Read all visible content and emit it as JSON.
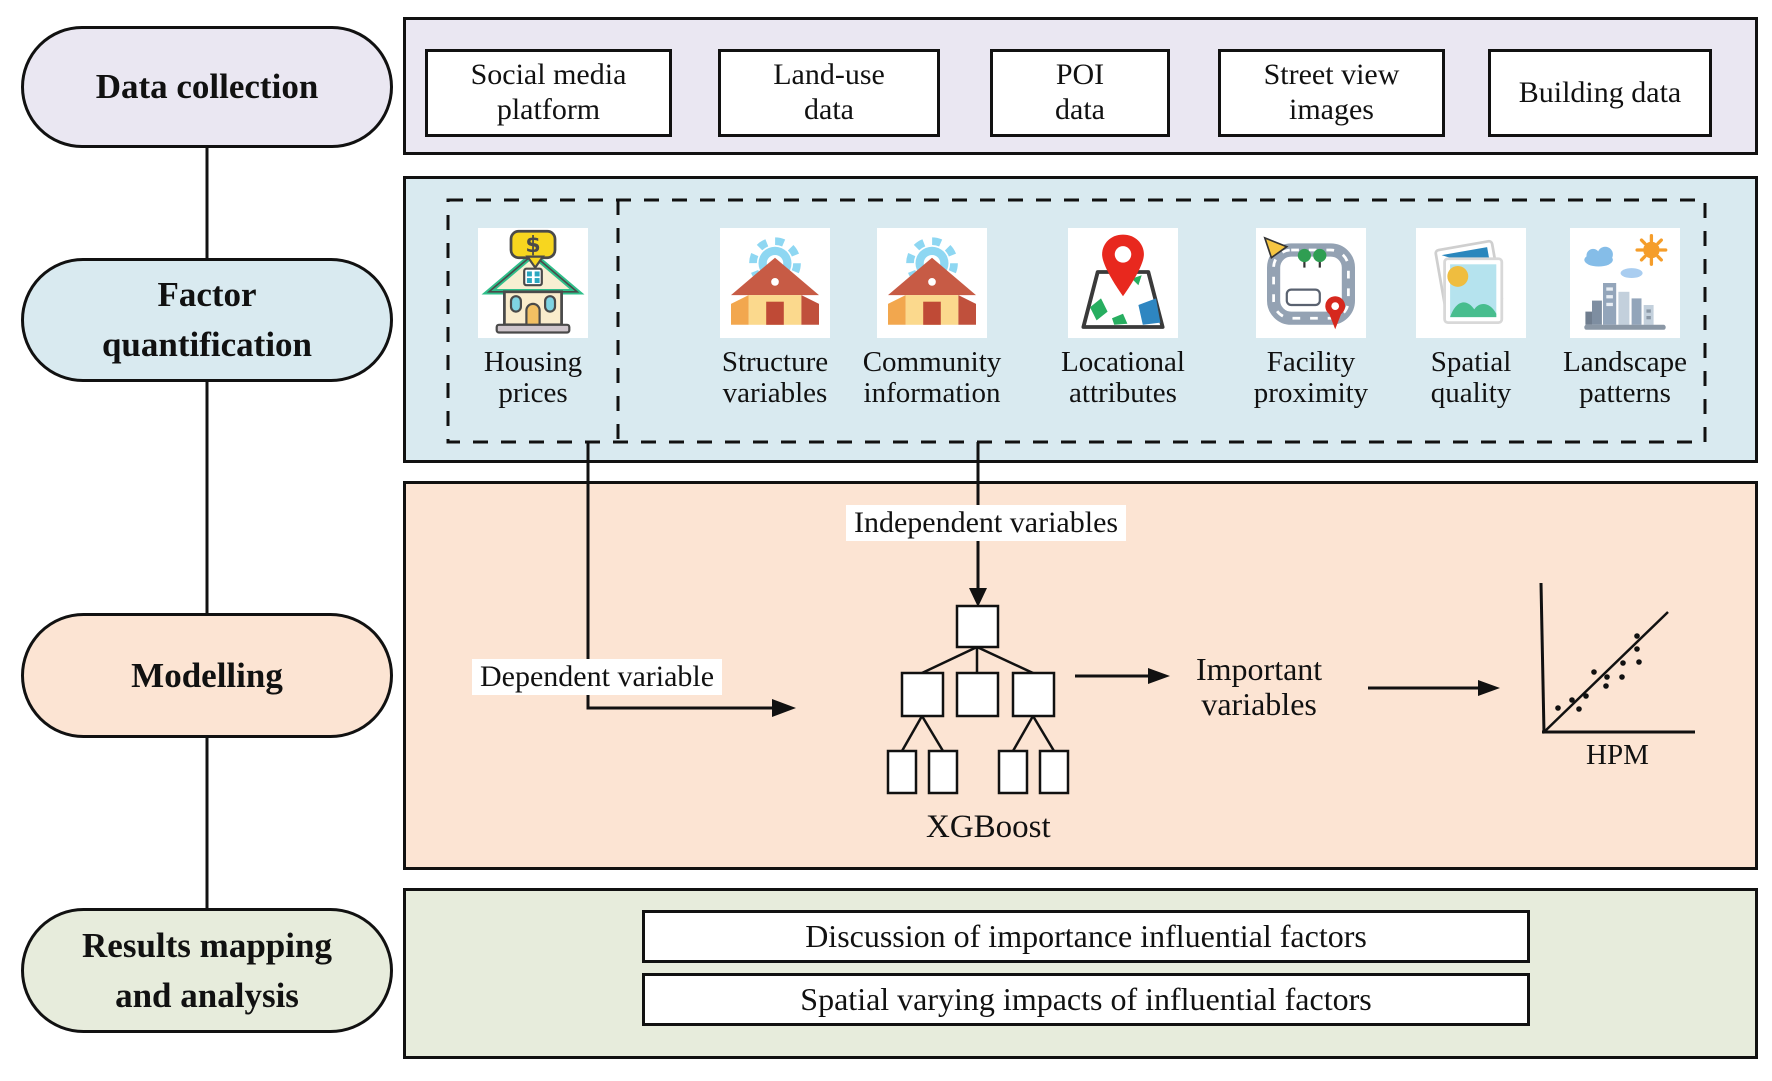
{
  "stages": [
    {
      "label": "Data collection"
    },
    {
      "lines": [
        "Factor",
        "quantification"
      ]
    },
    {
      "label": "Modelling"
    },
    {
      "lines": [
        "Results mapping",
        "and analysis"
      ]
    }
  ],
  "data_collection": {
    "sources": [
      {
        "lines": [
          "Social media",
          "platform"
        ]
      },
      {
        "lines": [
          "Land-use",
          "data"
        ]
      },
      {
        "lines": [
          "POI",
          "data"
        ]
      },
      {
        "lines": [
          "Street view",
          "images"
        ]
      },
      {
        "lines": [
          "Building data",
          ""
        ]
      }
    ]
  },
  "factor_quantification": {
    "dependent_item": {
      "icon": "house-dollar-icon",
      "lines": [
        "Housing",
        "prices"
      ]
    },
    "independent_items": [
      {
        "icon": "house-gear-icon",
        "lines": [
          "Structure",
          "variables"
        ]
      },
      {
        "icon": "house-gear-icon",
        "lines": [
          "Community",
          "information"
        ]
      },
      {
        "icon": "map-pin-icon",
        "lines": [
          "Locational",
          "attributes"
        ]
      },
      {
        "icon": "route-map-icon",
        "lines": [
          "Facility",
          "proximity"
        ]
      },
      {
        "icon": "photo-stack-icon",
        "lines": [
          "Spatial",
          "quality"
        ]
      },
      {
        "icon": "cityscape-icon",
        "lines": [
          "Landscape",
          "patterns"
        ]
      }
    ]
  },
  "modelling": {
    "dependent_label": "Dependent variable",
    "independent_label": "Independent variables",
    "model_name": "XGBoost",
    "output": {
      "lines": [
        "Important",
        "variables"
      ]
    },
    "plot_label": "HPM"
  },
  "results": {
    "items": [
      "Discussion of importance influential factors",
      "Spatial varying impacts of influential factors"
    ]
  },
  "palette": {
    "data_collection": "#eae7f2",
    "factor_quantification": "#d9eaf0",
    "modelling": "#fce4d3",
    "results": "#e7ecdc",
    "line": "#111111"
  }
}
